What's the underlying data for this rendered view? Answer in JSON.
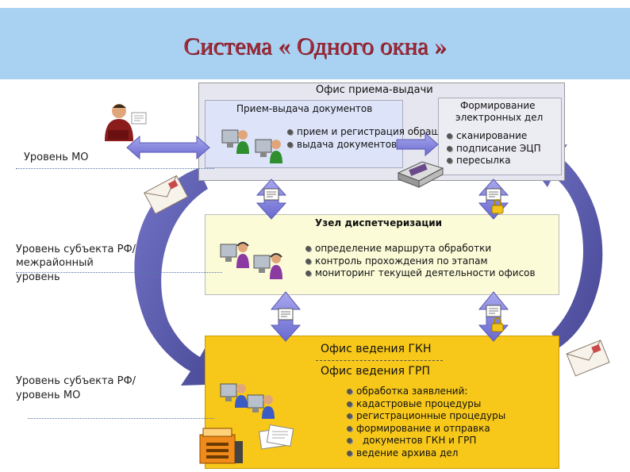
{
  "title": "Система « Одного окна »",
  "office": {
    "label": "Офис приема-выдачи",
    "intake": {
      "label": "Прием-выдача документов",
      "items": [
        "прием и регистрация обращений",
        "выдача документов"
      ]
    },
    "digital": {
      "label_line1": "Формирование",
      "label_line2": "электронных дел",
      "items": [
        "сканирование",
        "подписание ЭЦП",
        "пересылка"
      ]
    }
  },
  "dispatch": {
    "label": "Узел диспетчеризации",
    "items": [
      "определение маршрута обработки",
      "контроль прохождения по этапам",
      "мониторинг текущей деятельности офисов"
    ]
  },
  "registry": {
    "label_gkn": "Офис ведения ГКН",
    "label_grp": "Офис ведения ГРП",
    "items": [
      "обработка заявлений:",
      "кадастровые процедуры",
      "регистрационные процедуры",
      "формирование и отправка",
      "документов ГКН и ГРП",
      "ведение архива дел"
    ]
  },
  "levels": {
    "mo": "Уровень МО",
    "subject_line1": "Уровень субъекта РФ/",
    "subject_line2": "межрайонный",
    "subject_line3": "уровень",
    "subject_mo_line1": "Уровень субъекта РФ/",
    "subject_mo_line2": "уровень МО"
  },
  "colors": {
    "office_box": "#e6e6f0",
    "intake_box": "#dde4fa",
    "dispatch_box": "#fbfbd8",
    "registry_box": "#f7c81a",
    "arrow_blue": "#7f7fd1",
    "title_bar": "#a9d2f2",
    "title_text": "#a52a3a"
  }
}
